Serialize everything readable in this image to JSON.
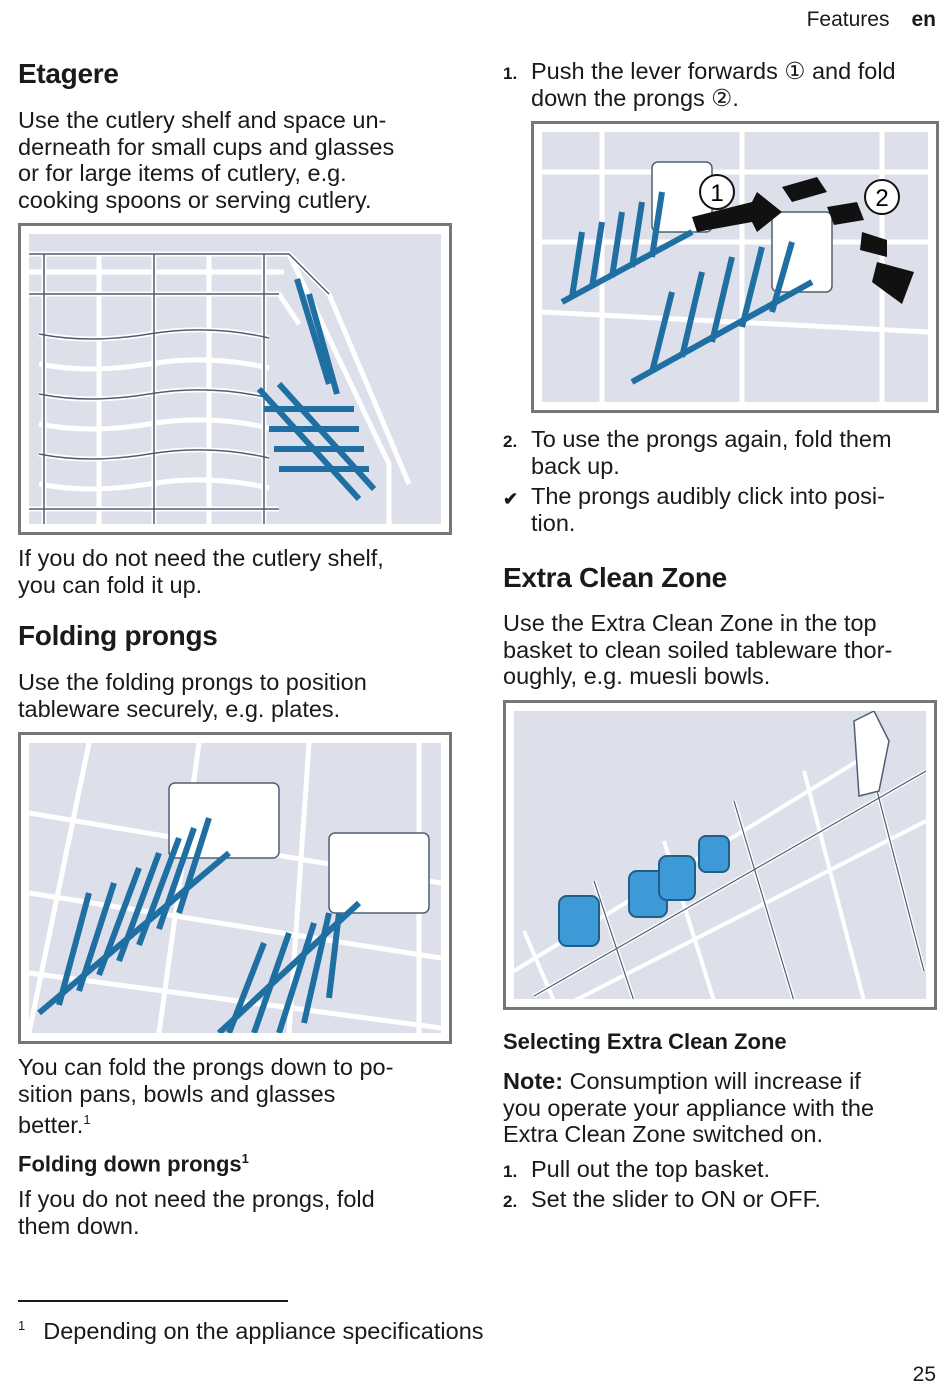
{
  "header": {
    "section": "Features",
    "lang": "en"
  },
  "left": {
    "etagere": {
      "title": "Etagere",
      "intro_lines": [
        "Use the cutlery shelf and space un-",
        "derneath for small cups and glasses",
        "or for large items of cutlery, e.g.",
        "cooking spoons or serving cutlery."
      ],
      "after_lines": [
        "If you do not need the cutlery shelf,",
        "you can fold it up."
      ]
    },
    "folding": {
      "title": "Folding prongs",
      "intro_lines": [
        "Use the folding prongs to position",
        "tableware securely, e.g. plates."
      ],
      "after_lines": [
        "You can fold the prongs down to po-",
        "sition pans, bowls and glasses",
        "better."
      ],
      "after_sup": "1",
      "sub_title": "Folding down prongs",
      "sub_sup": "1",
      "sub_lines": [
        "If you do not need the prongs, fold",
        "them down."
      ]
    }
  },
  "right": {
    "step1_num": "1.",
    "step1_lines": [
      "Push the lever forwards ① and fold",
      "down the prongs ②."
    ],
    "fig_labels": [
      "1",
      "2"
    ],
    "step2_num": "2.",
    "step2_lines": [
      "To use the prongs again, fold them",
      "back up."
    ],
    "result_mark": "✔",
    "result_lines": [
      "The prongs audibly click into posi-",
      "tion."
    ],
    "extra": {
      "title": "Extra Clean Zone",
      "intro_lines": [
        "Use the Extra Clean Zone in the top",
        "basket to clean soiled tableware thor-",
        "oughly, e.g. muesli bowls."
      ],
      "sub_title": "Selecting Extra Clean Zone",
      "note_label": "Note:",
      "note_lines": [
        " Consumption will increase if",
        "you operate your appliance with the",
        "Extra Clean Zone switched on."
      ],
      "steps": [
        {
          "num": "1.",
          "text": "Pull out the top basket."
        },
        {
          "num": "2.",
          "text": "Set the slider to ON or OFF."
        }
      ]
    }
  },
  "footnote": {
    "mark": "1",
    "text": "Depending on the appliance specifications"
  },
  "page_number": "25",
  "colors": {
    "accent_blue": "#1f6fa3",
    "figure_bg": "#dde0ea",
    "wire": "#ffffff",
    "frame": "#777777"
  }
}
